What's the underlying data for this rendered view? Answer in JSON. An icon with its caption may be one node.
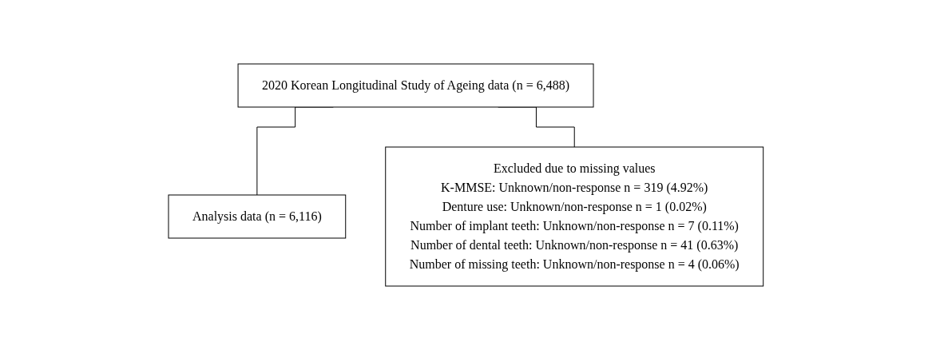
{
  "diagram": {
    "nodes": [
      {
        "text": [
          "2020 Korean Longitudinal Study of Ageing data (n = 6,488)"
        ]
      },
      {
        "text": [
          "Analysis data (n = 6,116)"
        ]
      },
      {
        "text": [
          "Excluded due to missing values",
          "K-MMSE: Unknown/non-response n = 319 (4.92%)",
          "Denture use: Unknown/non-response n = 1 (0.02%)",
          "Number of implant teeth: Unknown/non-response n = 7 (0.11%)",
          "Number of dental teeth: Unknown/non-response n = 41 (0.63%)",
          "Number of missing teeth: Unknown/non-response n = 4 (0.06%)"
        ]
      }
    ],
    "edges": [
      {
        "from": 0,
        "to": 1,
        "arrow": "none"
      },
      {
        "from": 0,
        "to": 2,
        "arrow": "none"
      }
    ]
  }
}
